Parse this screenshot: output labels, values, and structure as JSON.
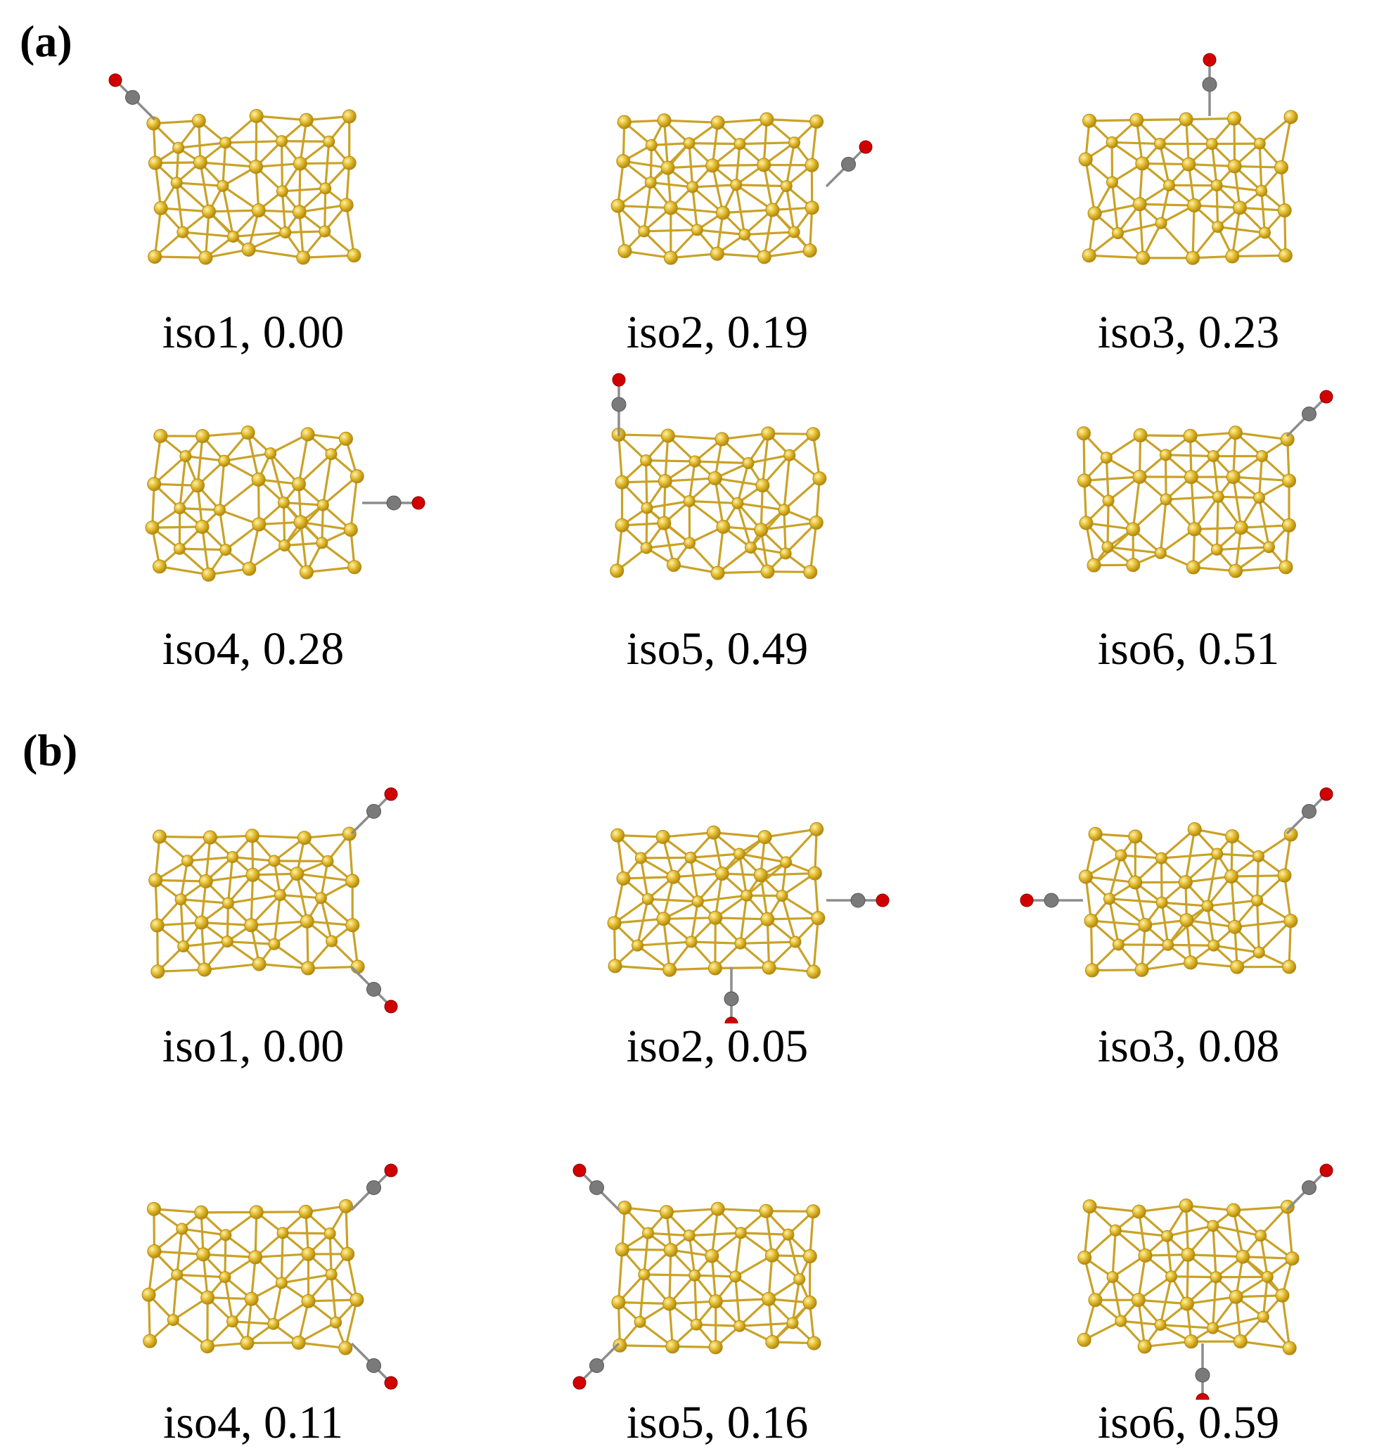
{
  "panels": [
    {
      "label": "(a)",
      "isomers": [
        {
          "name": "iso1",
          "energy": "0.00",
          "co": [
            {
              "dir": "nw",
              "anchor": "tl"
            }
          ]
        },
        {
          "name": "iso2",
          "energy": "0.19",
          "co": [
            {
              "dir": "ne",
              "anchor": "r"
            }
          ]
        },
        {
          "name": "iso3",
          "energy": "0.23",
          "co": [
            {
              "dir": "n",
              "anchor": "tm"
            }
          ]
        },
        {
          "name": "iso4",
          "energy": "0.28",
          "co": [
            {
              "dir": "e",
              "anchor": "r"
            }
          ]
        },
        {
          "name": "iso5",
          "energy": "0.49",
          "co": [
            {
              "dir": "n",
              "anchor": "tl"
            }
          ]
        },
        {
          "name": "iso6",
          "energy": "0.51",
          "co": [
            {
              "dir": "ne",
              "anchor": "tr"
            }
          ]
        }
      ]
    },
    {
      "label": "(b)",
      "isomers": [
        {
          "name": "iso1",
          "energy": "0.00",
          "co": [
            {
              "dir": "ne",
              "anchor": "tr"
            },
            {
              "dir": "se",
              "anchor": "br"
            }
          ]
        },
        {
          "name": "iso2",
          "energy": "0.05",
          "co": [
            {
              "dir": "e",
              "anchor": "r"
            },
            {
              "dir": "s",
              "anchor": "bm"
            }
          ]
        },
        {
          "name": "iso3",
          "energy": "0.08",
          "co": [
            {
              "dir": "ne",
              "anchor": "tr"
            },
            {
              "dir": "w",
              "anchor": "l"
            }
          ]
        },
        {
          "name": "iso4",
          "energy": "0.11",
          "co": [
            {
              "dir": "ne",
              "anchor": "tr"
            },
            {
              "dir": "se",
              "anchor": "br"
            }
          ]
        },
        {
          "name": "iso5",
          "energy": "0.16",
          "co": [
            {
              "dir": "nw",
              "anchor": "tl"
            },
            {
              "dir": "sw",
              "anchor": "bl"
            }
          ]
        },
        {
          "name": "iso6",
          "energy": "0.59",
          "co": [
            {
              "dir": "ne",
              "anchor": "tr"
            },
            {
              "dir": "s",
              "anchor": "bm"
            }
          ]
        }
      ]
    }
  ],
  "colors": {
    "gold": "#e0b82a",
    "gold_dark": "#b38a12",
    "carbon": "#7a7a7a",
    "oxygen": "#d10000",
    "bond": "#c9a227"
  }
}
